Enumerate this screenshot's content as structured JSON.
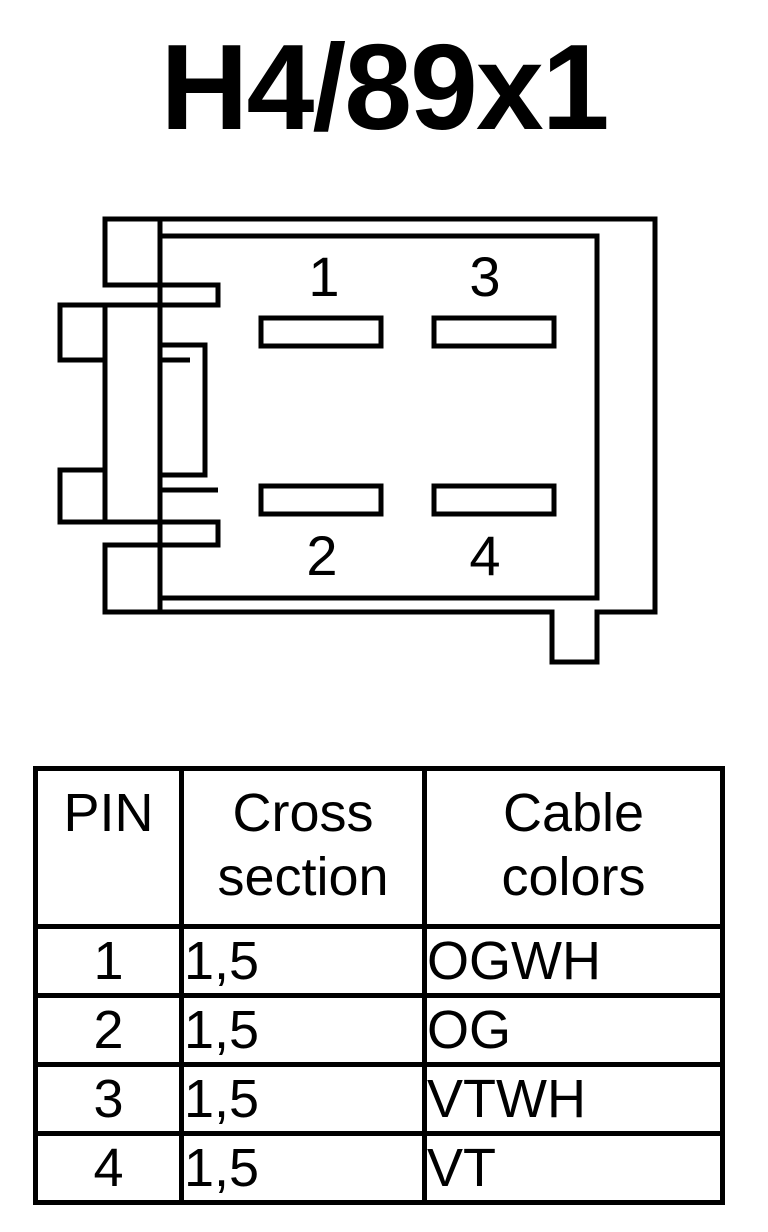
{
  "title": "H4/89x1",
  "connector": {
    "pins": [
      "1",
      "3",
      "2",
      "4"
    ]
  },
  "table": {
    "headers": {
      "pin": "PIN",
      "cross_line1": "Cross",
      "cross_line2": "section",
      "color_line1": "Cable",
      "color_line2": "colors"
    },
    "rows": [
      {
        "pin": "1",
        "cross_section": "1,5",
        "color": "OGWH"
      },
      {
        "pin": "2",
        "cross_section": "1,5",
        "color": "OG"
      },
      {
        "pin": "3",
        "cross_section": "1,5",
        "color": "VTWH"
      },
      {
        "pin": "4",
        "cross_section": "1,5",
        "color": "VT"
      }
    ]
  }
}
